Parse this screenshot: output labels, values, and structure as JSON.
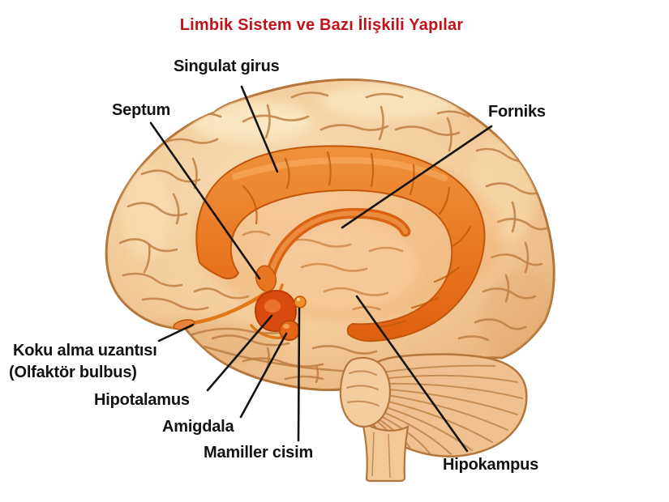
{
  "title": {
    "text": "Limbik Sistem ve Bazı İlişkili Yapılar",
    "color": "#c1121a"
  },
  "labels": {
    "singulat_girus": {
      "text": "Singulat girus"
    },
    "septum": {
      "text": "Septum"
    },
    "forniks": {
      "text": "Forniks"
    },
    "koku_alma": {
      "line1": "Koku alma uzantısı",
      "line2": "(Olfaktör bulbus)"
    },
    "hipotalamus": {
      "text": "Hipotalamus"
    },
    "amigdala": {
      "text": "Amigdala"
    },
    "mamiller_cisim": {
      "text": "Mamiller cisim"
    },
    "hipokampus": {
      "text": "Hipokampus"
    }
  },
  "colors": {
    "background": "#ffffff",
    "title_red": "#c1121a",
    "label_text": "#121212",
    "pointer_line": "#141414",
    "cortex": "#f3cd9c",
    "cortex_outline": "#b5763a",
    "sulcus": "#be7f42",
    "limbic_orange": "#e8751f",
    "limbic_dark": "#c2570b",
    "deep_structure_red": "#d94a0e",
    "cerebellum": "#efc190"
  }
}
